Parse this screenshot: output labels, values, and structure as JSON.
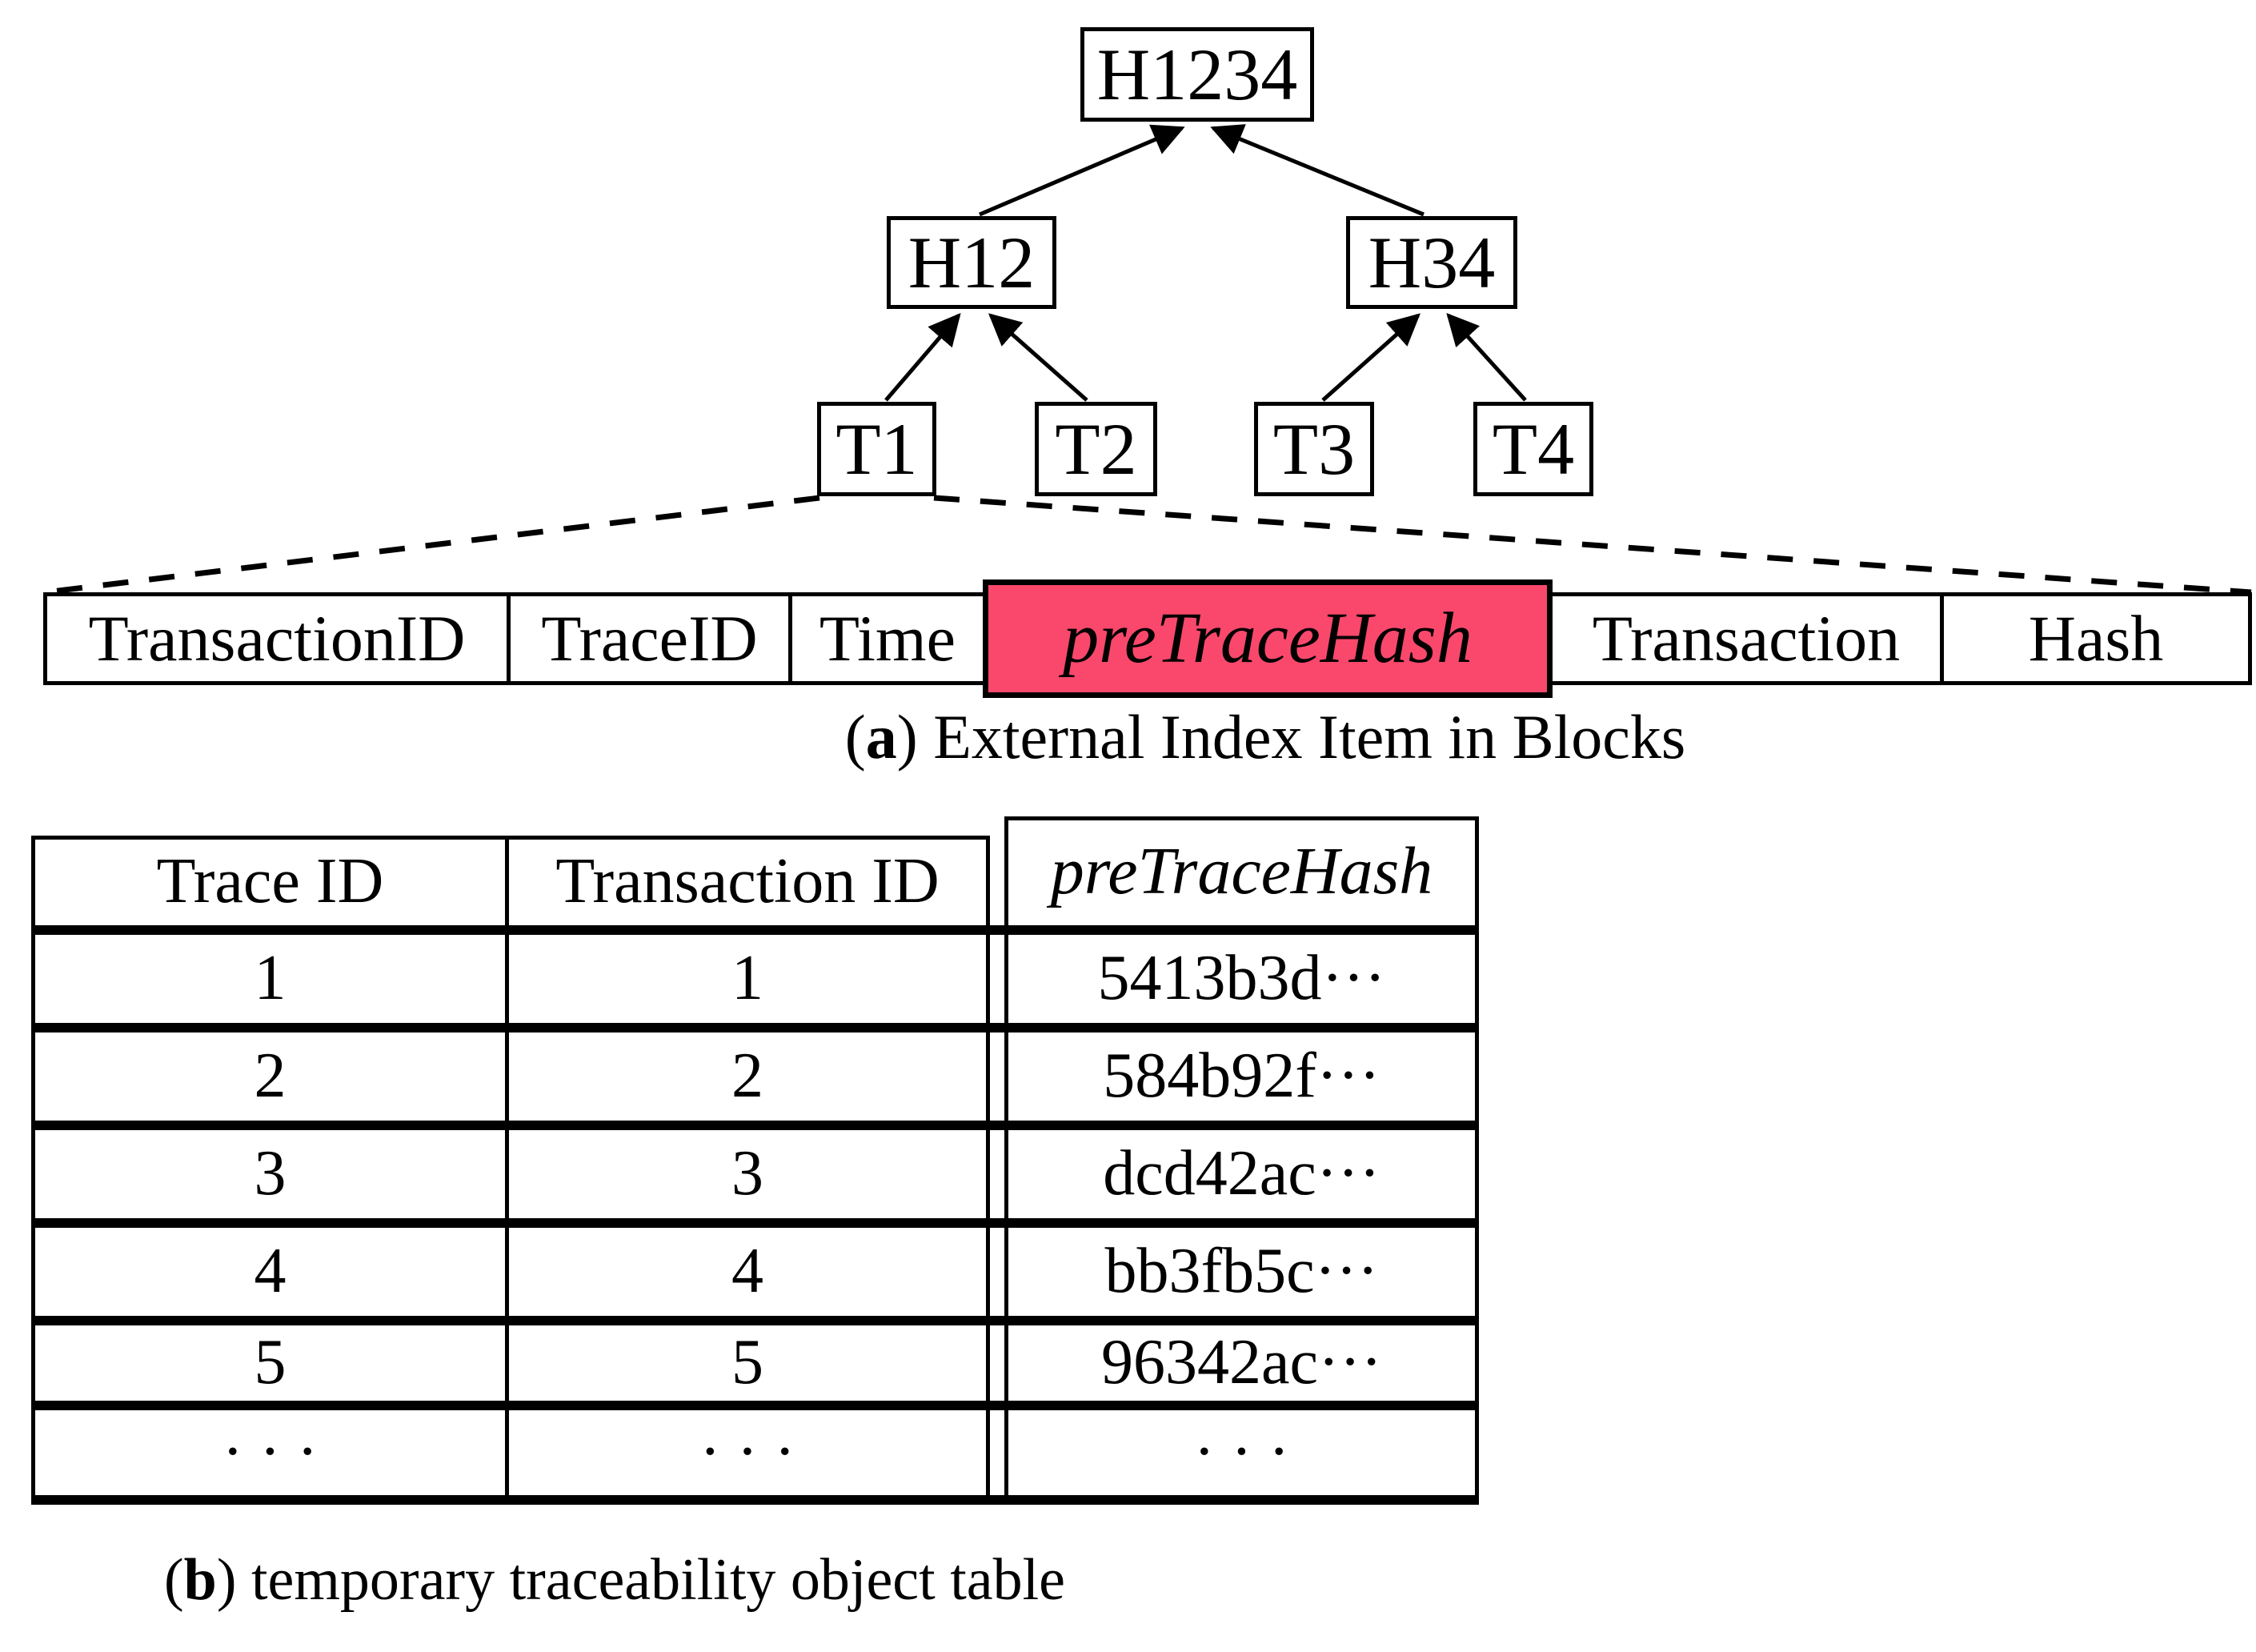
{
  "colors": {
    "highlight_red": "#F9486B",
    "ink": "#000000",
    "paper": "#FFFFFF"
  },
  "merkle_tree": {
    "root": "H1234",
    "internal_nodes": [
      "H12",
      "H34"
    ],
    "leaf_nodes": [
      "T1",
      "T2",
      "T3",
      "T4"
    ]
  },
  "index_item": {
    "fields": [
      "TransactionID",
      "TraceID",
      "Time",
      "preTraceHash",
      "Transaction",
      "Hash"
    ],
    "highlighted_field": "preTraceHash"
  },
  "caption_a": {
    "paren_open": "(",
    "marker": "a",
    "paren_close": ") ",
    "text": "External Index Item in Blocks"
  },
  "trace_table": {
    "headers": [
      "Trace ID",
      "Transaction ID",
      "preTraceHash"
    ],
    "rows": [
      [
        "1",
        "1",
        "5413b3d···"
      ],
      [
        "2",
        "2",
        "584b92f···"
      ],
      [
        "3",
        "3",
        "dcd42ac···"
      ],
      [
        "4",
        "4",
        "bb3fb5c···"
      ],
      [
        "5",
        "5",
        "96342ac···"
      ],
      [
        "· · ·",
        "· · ·",
        "· · ·"
      ]
    ]
  },
  "caption_b": {
    "paren_open": "(",
    "marker": "b",
    "paren_close": ") ",
    "text": "temporary traceability object table"
  }
}
